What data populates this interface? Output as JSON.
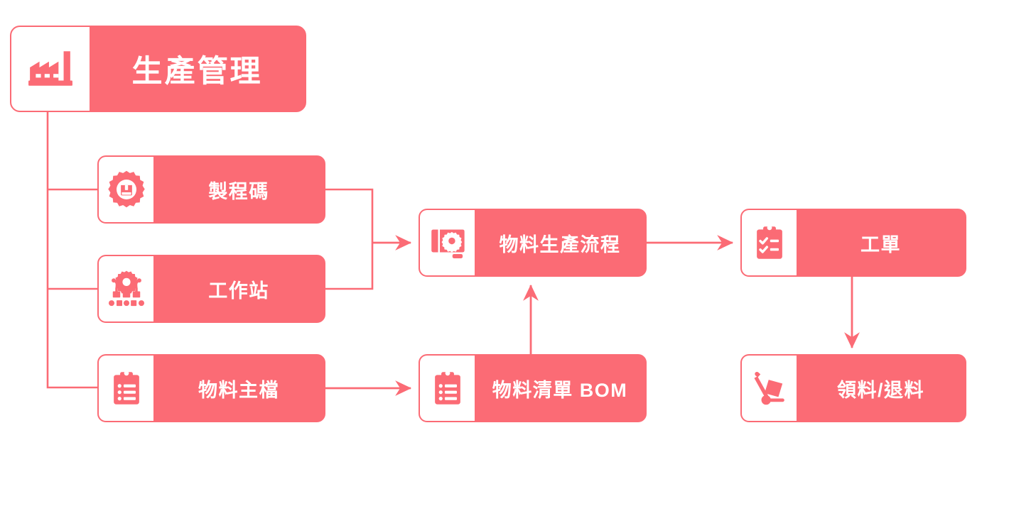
{
  "diagram": {
    "title": "生產管理",
    "colors": {
      "accent": "#fb6b75",
      "node_fill": "#fb6b75",
      "icon_pane": "#ffffff",
      "label_text": "#ffffff",
      "connector": "#fb6b75",
      "background": "#ffffff"
    }
  },
  "nodes": {
    "title": {
      "label": "生產管理",
      "icon": "factory-icon"
    },
    "process_code": {
      "label": "製程碼",
      "icon": "gear-box-icon"
    },
    "workstation": {
      "label": "工作站",
      "icon": "workstation-network-icon"
    },
    "material_master": {
      "label": "物料主檔",
      "icon": "clipboard-list-icon"
    },
    "material_flow": {
      "label": "物料生產流程",
      "icon": "blueprint-gear-icon"
    },
    "bom": {
      "label": "物料清單 BOM",
      "icon": "clipboard-list-icon"
    },
    "work_order": {
      "label": "工單",
      "icon": "clipboard-check-icon"
    },
    "issue_return": {
      "label": "領料/退料",
      "icon": "hand-truck-icon"
    }
  },
  "connectors": [
    {
      "name": "title-to-process-code",
      "from": "title",
      "to": "process_code",
      "style": "elbow",
      "arrow": false
    },
    {
      "name": "title-to-workstation",
      "from": "title",
      "to": "workstation",
      "style": "elbow",
      "arrow": false
    },
    {
      "name": "title-to-material-master",
      "from": "title",
      "to": "material_master",
      "style": "elbow",
      "arrow": false
    },
    {
      "name": "process-code-to-material-flow",
      "from": "process_code",
      "to": "material_flow",
      "style": "merge-right",
      "arrow": true
    },
    {
      "name": "workstation-to-material-flow",
      "from": "workstation",
      "to": "material_flow",
      "style": "merge-right",
      "arrow": true
    },
    {
      "name": "material-master-to-bom",
      "from": "material_master",
      "to": "bom",
      "style": "straight",
      "arrow": true
    },
    {
      "name": "bom-to-material-flow",
      "from": "bom",
      "to": "material_flow",
      "style": "vertical-up",
      "arrow": true
    },
    {
      "name": "material-flow-to-work-order",
      "from": "material_flow",
      "to": "work_order",
      "style": "straight",
      "arrow": true
    },
    {
      "name": "work-order-to-issue-return",
      "from": "work_order",
      "to": "issue_return",
      "style": "vertical-down",
      "arrow": true
    }
  ]
}
